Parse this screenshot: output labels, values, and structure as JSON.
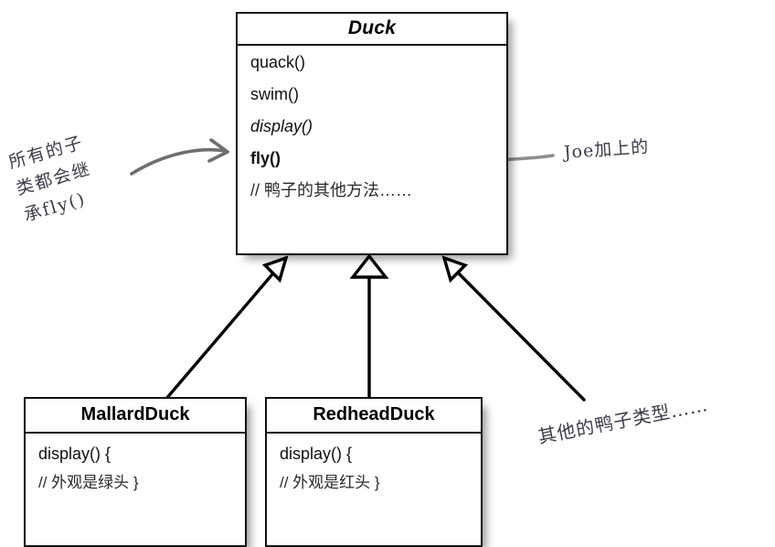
{
  "diagram": {
    "title": "Duck class hierarchy UML diagram",
    "colors": {
      "box_border": "#121212",
      "box_fill": "#ffffff",
      "annotation_text": "#3c3c48",
      "annotation_arrow": "#6e6e6e",
      "inheritance_line": "#000000"
    }
  },
  "superclass": {
    "name": "Duck",
    "methods": [
      {
        "label": "quack()",
        "style": "normal"
      },
      {
        "label": "swim()",
        "style": "normal"
      },
      {
        "label": "display()",
        "style": "italic"
      },
      {
        "label": "fly()",
        "style": "bold"
      }
    ],
    "comment": "// 鸭子的其他方法……"
  },
  "subclasses": [
    {
      "name": "MallardDuck",
      "signature": "display() {",
      "comment": "// 外观是绿头 }"
    },
    {
      "name": "RedheadDuck",
      "signature": "display() {",
      "comment": "// 外观是红头 }"
    }
  ],
  "annotations": {
    "inherit": {
      "lines": [
        "所有的子",
        "类都会继",
        "承fly()"
      ],
      "target": "Duck class box"
    },
    "joe": {
      "text": "Joe加上的",
      "target": "fly()"
    },
    "other_ducks": {
      "text": "其他的鸭子类型……",
      "target": "third inheritance arrow"
    }
  },
  "relationships": [
    {
      "from": "MallardDuck",
      "to": "Duck",
      "type": "generalization"
    },
    {
      "from": "RedheadDuck",
      "to": "Duck",
      "type": "generalization"
    },
    {
      "from": "其他的鸭子类型……",
      "to": "Duck",
      "type": "generalization"
    }
  ]
}
